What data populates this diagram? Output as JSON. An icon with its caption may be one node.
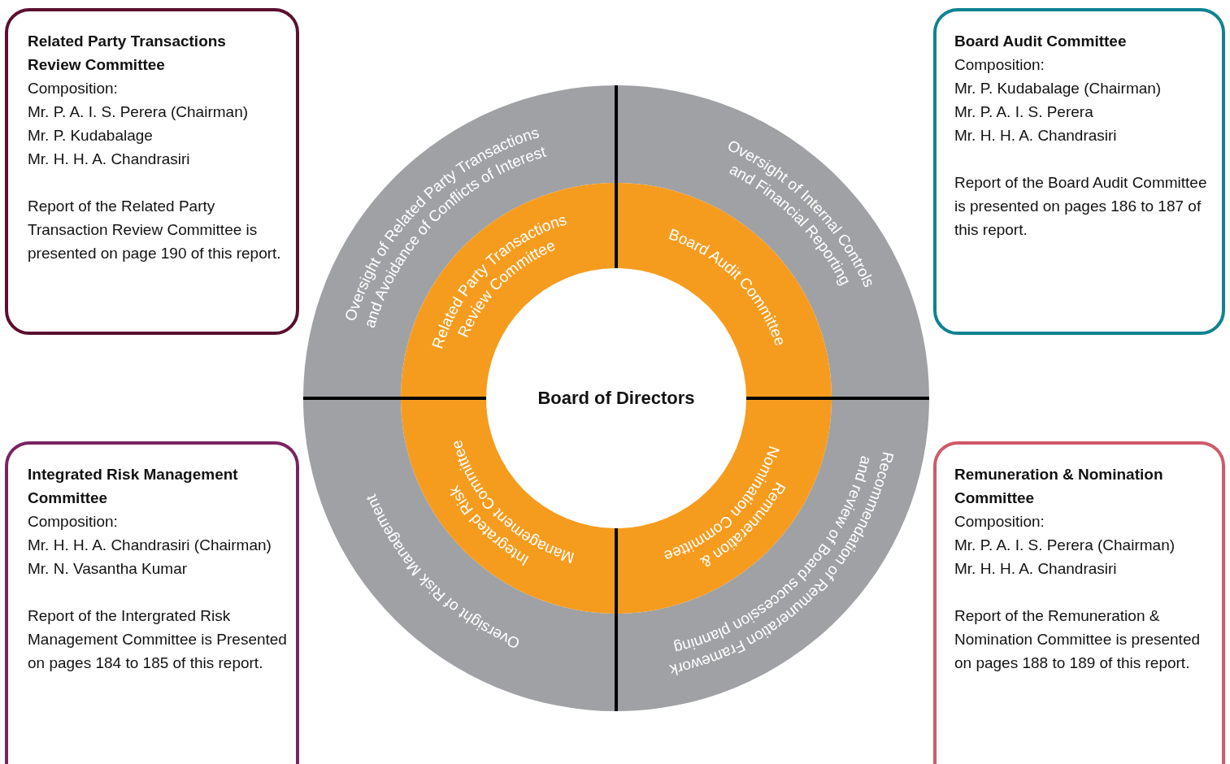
{
  "diagram": {
    "nodes": [
      {
        "text": [
          "Related Party Transactions Review Committee",
          "Composition:",
          "Mr. P. A. I. S. Perera (Chairman)",
          "Mr. P. Kudabalage",
          "Mr. H. H. A. Chandrasiri",
          "Report of the Related Party Transaction Review Committee is presented on page 190 of this report."
        ]
      },
      {
        "text": [
          "Board Audit Committee",
          "Composition:",
          "Mr. P. Kudabalage (Chairman)",
          "Mr. P. A. I. S. Perera",
          "Mr. H. H. A. Chandrasiri",
          "Report of the Board Audit Committee is presented on pages 186 to 187 of this report."
        ]
      },
      {
        "text": [
          "Oversight of Related Party Transactions and Avoidance of Conflicts of Interest"
        ]
      },
      {
        "text": [
          "Oversight of Internal Controls and Financial Reporting"
        ]
      },
      {
        "text": [
          "Related Party Transactions Review Committee"
        ]
      },
      {
        "text": [
          "Board Audit Committee"
        ]
      },
      {
        "text": [
          "Board of Directors"
        ]
      },
      {
        "text": [
          "Integrated Risk Management Committee"
        ]
      },
      {
        "text": [
          "Remuneration & Nomination Committee"
        ]
      },
      {
        "text": [
          "Integrated Risk Management Committee",
          "Composition:",
          "Mr. H. H. A. Chandrasiri (Chairman)",
          "Mr. N. Vasantha Kumar",
          "Report of the Intergrated Risk Management Committee is Presented on pages 184 to 185 of this report."
        ]
      },
      {
        "text": [
          "Oversight of Risk Management"
        ]
      },
      {
        "text": [
          "Recommendation of Remuneration Framework and review of Board succession planning"
        ]
      },
      {
        "text": [
          "Remuneration & Nomination Committee",
          "Composition:",
          "Mr. P. A. I. S. Perera (Chairman)",
          "Mr. H. H. A. Chandrasiri",
          "Report of the Remuneration & Nomination Committee is presented on pages 188 to 189 of this report."
        ]
      }
    ]
  }
}
